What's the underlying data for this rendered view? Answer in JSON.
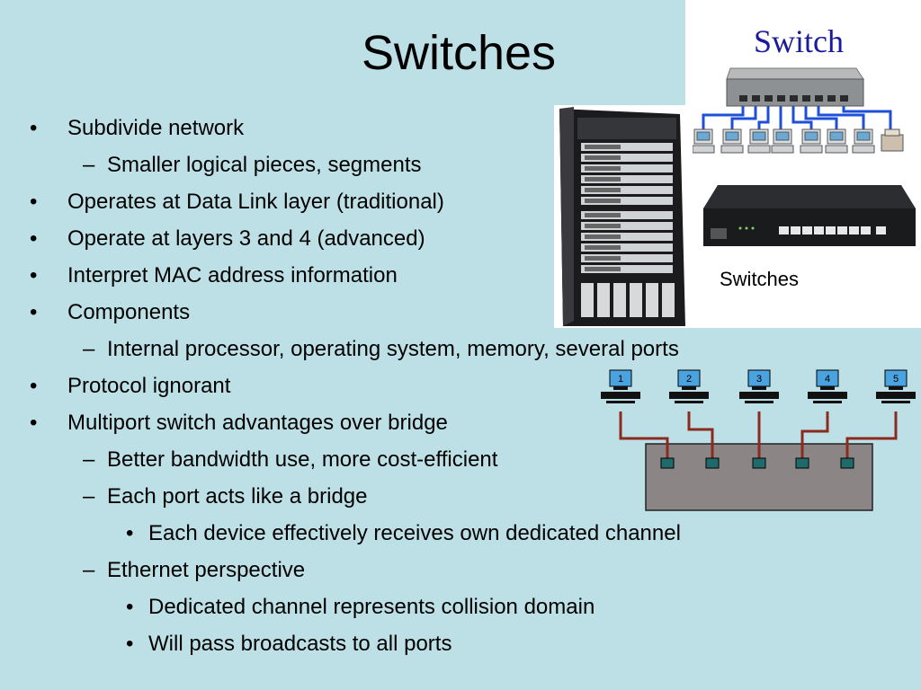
{
  "slide": {
    "title": "Switches",
    "bullets": [
      {
        "text": "Subdivide network",
        "level": 1
      },
      {
        "text": "Smaller logical pieces, segments",
        "level": 2
      },
      {
        "text": "Operates at Data Link layer (traditional)",
        "level": 1
      },
      {
        "text": "Operate at layers 3 and 4 (advanced)",
        "level": 1
      },
      {
        "text": "Interpret MAC address information",
        "level": 1
      },
      {
        "text": "Components",
        "level": 1
      },
      {
        "text": "Internal processor, operating system, memory, several ports",
        "level": 2
      },
      {
        "text": "Protocol ignorant",
        "level": 1
      },
      {
        "text": "Multiport switch advantages over bridge",
        "level": 1
      },
      {
        "text": "Better bandwidth use, more cost-efficient",
        "level": 2
      },
      {
        "text": "Each port acts like a bridge",
        "level": 2
      },
      {
        "text": "Each device effectively receives own dedicated channel",
        "level": 3
      },
      {
        "text": "Ethernet perspective",
        "level": 2
      },
      {
        "text": "Dedicated channel represents collision domain",
        "level": 3
      },
      {
        "text": "Will pass broadcasts to all ports",
        "level": 3
      }
    ]
  },
  "figure_switch_label": "Switch",
  "figure_caption": "Switches",
  "diagram": {
    "computer_labels": [
      "1",
      "2",
      "3",
      "4",
      "5"
    ]
  },
  "colors": {
    "background": "#bde0e6",
    "cable": "#8b2a1e",
    "switch_box": "#8c8585",
    "port": "#1f6b6b",
    "monitor_screen": "#4aa3df",
    "label_blue": "#1a1a9c"
  }
}
